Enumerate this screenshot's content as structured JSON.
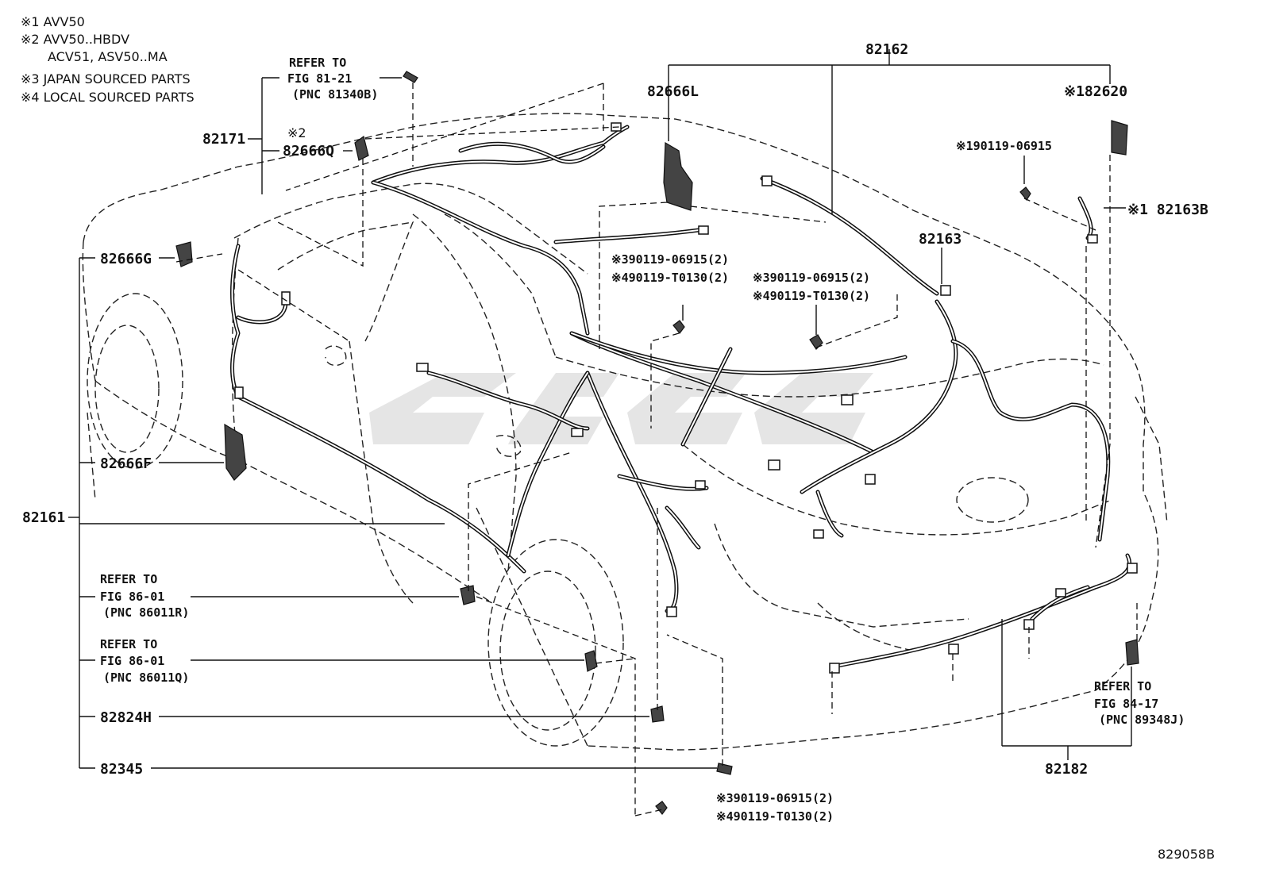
{
  "notes": [
    "※1 AVV50",
    "※2 AVV50..HBDV",
    "ACV51, ASV50..MA",
    "※3 JAPAN SOURCED PARTS",
    "※4 LOCAL SOURCED PARTS"
  ],
  "refer_81_21": {
    "l1": "REFER TO",
    "l2": "FIG 81-21",
    "l3": "(PNC 81340B)"
  },
  "refer_86_01_r": {
    "l1": "REFER TO",
    "l2": "FIG 86-01",
    "l3": "(PNC 86011R)"
  },
  "refer_86_01_q": {
    "l1": "REFER TO",
    "l2": "FIG 86-01",
    "l3": "(PNC 86011Q)"
  },
  "refer_84_17": {
    "l1": "REFER TO",
    "l2": "FIG 84-17",
    "l3": "(PNC 89348J)"
  },
  "parts": {
    "p82171": "82171",
    "p82666q_note": "※2",
    "p82666q": "82666Q",
    "p82162": "82162",
    "p82666l": "82666L",
    "p82620": "※182620",
    "bolt_top": "※190119-06915",
    "p82163b": "※1 82163B",
    "p82163": "82163",
    "p82666g": "82666G",
    "bolt_a1": "※390119-06915(2)",
    "bolt_a2": "※490119-T0130(2)",
    "bolt_b1": "※390119-06915(2)",
    "bolt_b2": "※490119-T0130(2)",
    "p82666f": "82666F",
    "p82161": "82161",
    "p82824h": "82824H",
    "p82345": "82345",
    "bolt_c1": "※390119-06915(2)",
    "bolt_c2": "※490119-T0130(2)",
    "p82182": "82182"
  },
  "drawing_id": "829058B"
}
